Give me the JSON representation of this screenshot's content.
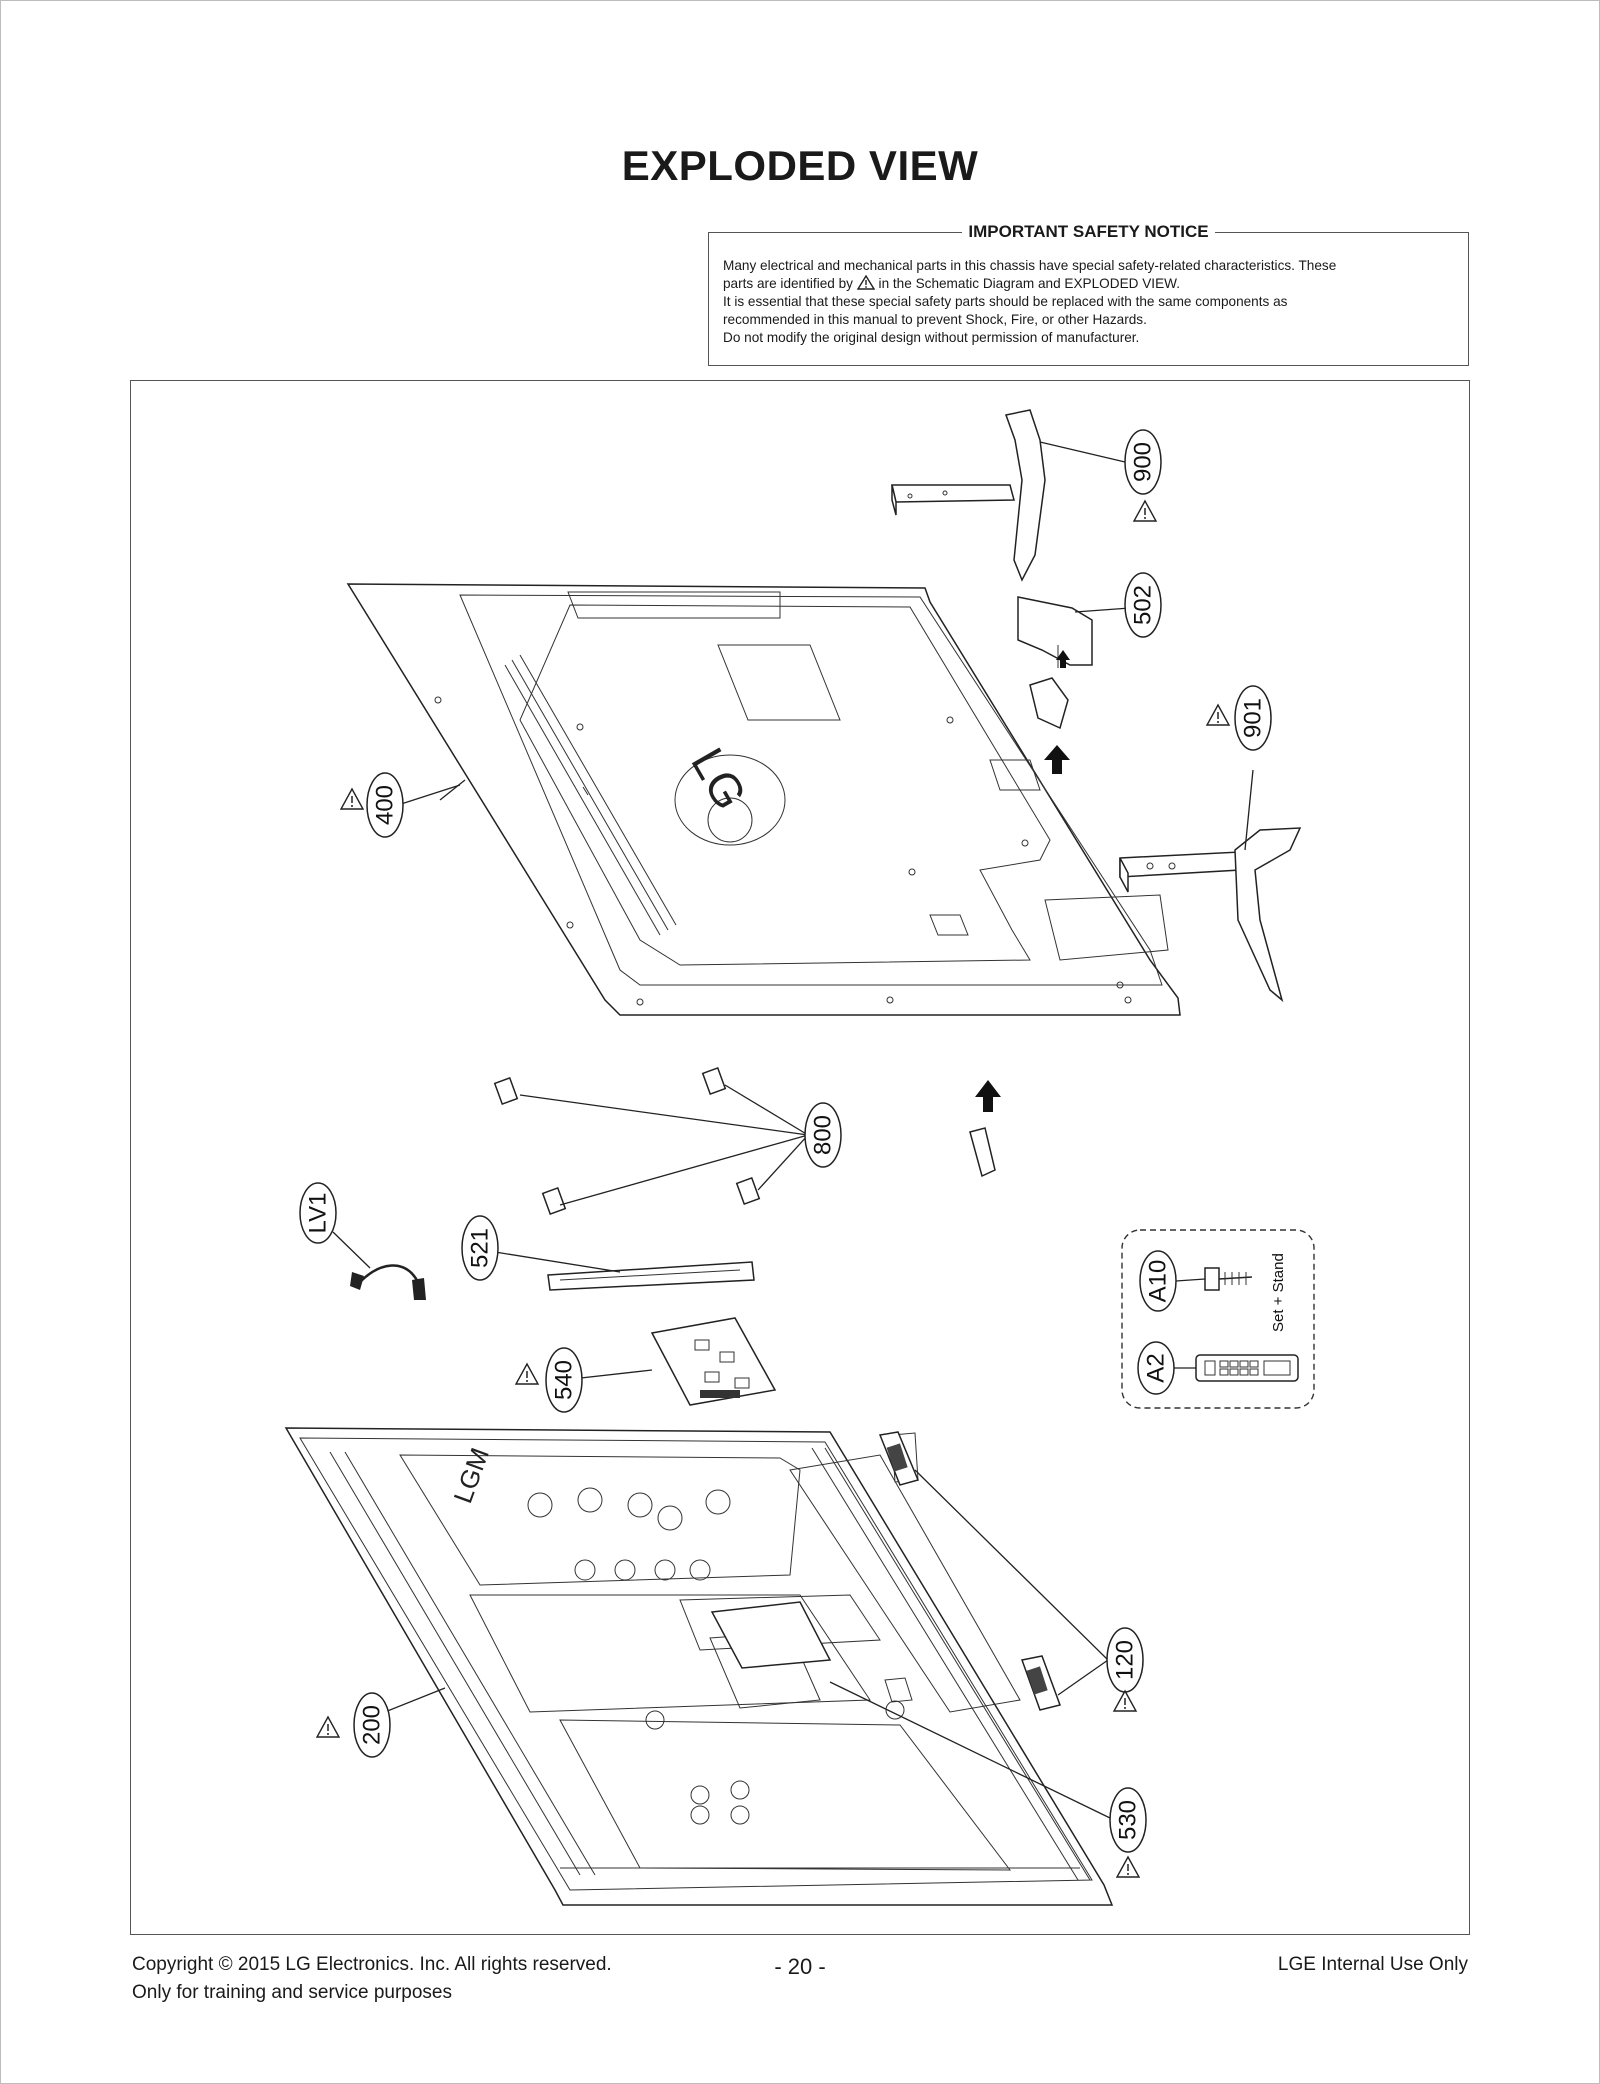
{
  "title": "EXPLODED VIEW",
  "notice": {
    "heading": "IMPORTANT SAFETY NOTICE",
    "line1": "Many electrical and mechanical parts in this chassis have special safety-related characteristics. These",
    "line2a": "parts are identified by",
    "line2b": "in the Schematic Diagram and EXPLODED VIEW.",
    "line3": "It is essential that these special safety parts should be replaced with the same components as",
    "line4": "recommended in this manual to prevent Shock, Fire, or other Hazards.",
    "line5": "Do not modify the original design without permission of manufacturer."
  },
  "callouts": {
    "p900": "900",
    "p502": "502",
    "p901": "901",
    "p400": "400",
    "p800": "800",
    "pLV1": "LV1",
    "p521": "521",
    "p540": "540",
    "pA10": "A10",
    "pA2": "A2",
    "p120": "120",
    "p200": "200",
    "p530": "530"
  },
  "accessory_label": "Set + Stand",
  "logos": {
    "back_cover": "LG",
    "panel": "LGM"
  },
  "footer": {
    "copyright": "Copyright  © 2015 LG Electronics. Inc. All rights reserved.",
    "training": "Only for training and service purposes",
    "page": "- 20 -",
    "internal": "LGE Internal Use Only"
  }
}
